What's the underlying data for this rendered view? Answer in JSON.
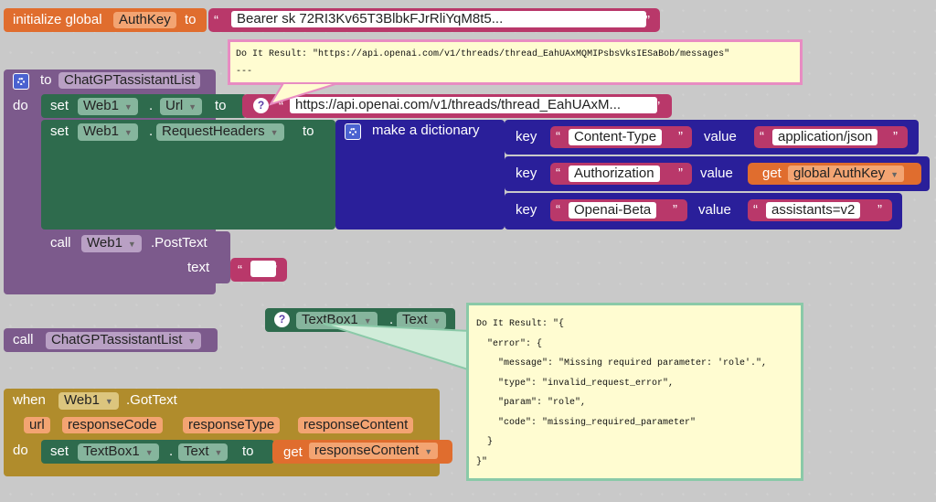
{
  "init": {
    "label": "initialize global",
    "var": "AuthKey",
    "to": "to",
    "value": "Bearer sk                                 72RI3Kv65T3BlbkFJrRliYqM8t5..."
  },
  "proc": {
    "to": "to",
    "name": "ChatGPTassistantList",
    "do": "do"
  },
  "set1": {
    "set": "set",
    "comp": "Web1",
    "prop": "Url",
    "to": "to",
    "url": "https://api.openai.com/v1/threads/thread_EahUAxM..."
  },
  "set2": {
    "set": "set",
    "comp": "Web1",
    "prop": "RequestHeaders",
    "to": "to",
    "dict": "make a dictionary"
  },
  "dict": [
    {
      "key_label": "key",
      "key": "Content-Type",
      "value_label": "value",
      "value": "application/json"
    },
    {
      "key_label": "key",
      "key": "Authorization",
      "value_label": "value",
      "get": "get",
      "value": "global AuthKey"
    },
    {
      "key_label": "key",
      "key": "Openai-Beta",
      "value_label": "value",
      "value": "assistants=v2"
    }
  ],
  "call1": {
    "call": "call",
    "comp": "Web1",
    "method": ".PostText",
    "text_label": "text"
  },
  "bubble1": {
    "line1": "Do It Result: \"https://api.openai.com/v1/threads/thread_EahUAxMQMIPsbsVksIESaBob/messages\"",
    "line2": "---"
  },
  "textbox": {
    "comp": "TextBox1",
    "prop": "Text"
  },
  "call2": {
    "call": "call",
    "name": "ChatGPTassistantList"
  },
  "when": {
    "when": "when",
    "comp": "Web1",
    "event": ".GotText",
    "params": [
      "url",
      "responseCode",
      "responseType",
      "responseContent"
    ],
    "do": "do",
    "set": "set",
    "target": "TextBox1",
    "prop": "Text",
    "to": "to",
    "get": "get",
    "var": "responseContent"
  },
  "bubble2": {
    "lines": [
      "Do It Result: \"{",
      "  \"error\": {",
      "    \"message\": \"Missing required parameter: 'role'.\",",
      "    \"type\": \"invalid_request_error\",",
      "    \"param\": \"role\",",
      "    \"code\": \"missing_required_parameter\"",
      "  }",
      "}\""
    ]
  },
  "colors": {
    "variable": "#e06d2e",
    "procedure": "#7c5a8c",
    "web": "#2e6b4d",
    "string": "#b9386a",
    "dict": "#2a1f9a",
    "event": "#b08c2c",
    "textbox": "#8ac9a8"
  }
}
